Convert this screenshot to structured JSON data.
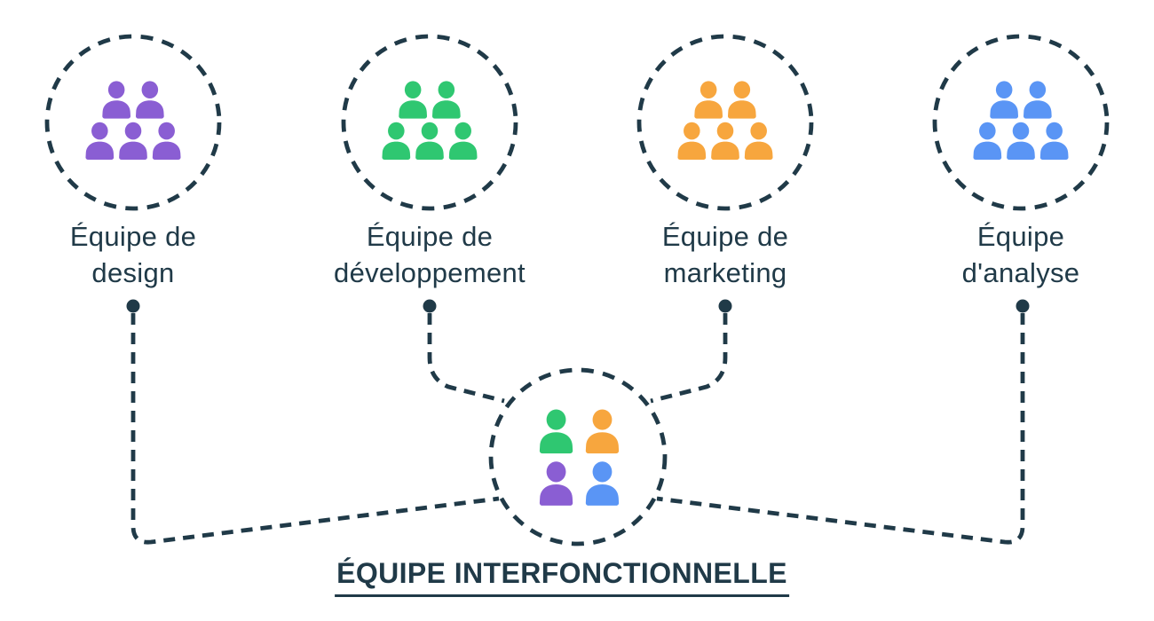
{
  "diagram": {
    "background": "#FFFFFF",
    "line_color": "#203A48",
    "teams": [
      {
        "id": "design",
        "label": [
          "Équipe de",
          "design"
        ],
        "color": "#8A5ED3"
      },
      {
        "id": "developpement",
        "label": [
          "Équipe de",
          "développement"
        ],
        "color": "#2FC771"
      },
      {
        "id": "marketing",
        "label": [
          "Équipe de",
          "marketing"
        ],
        "color": "#F7A63E"
      },
      {
        "id": "analyse",
        "label": [
          "Équipe",
          "d'analyse"
        ],
        "color": "#5A95F5"
      }
    ],
    "center": {
      "title": "ÉQUIPE INTERFONCTIONNELLE",
      "member_colors": [
        "#2FC771",
        "#F7A63E",
        "#8A5ED3",
        "#5A95F5"
      ]
    }
  }
}
